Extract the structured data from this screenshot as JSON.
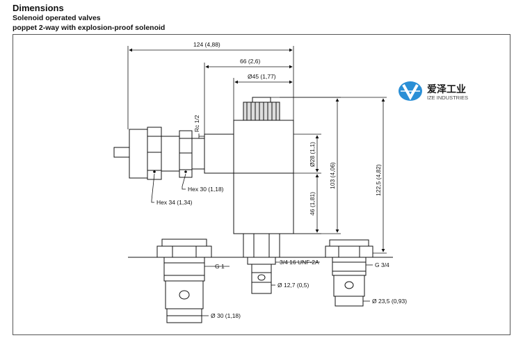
{
  "header": {
    "title": "Dimensions",
    "subtitle_line1": "Solenoid operated valves",
    "subtitle_line2": "poppet 2-way with explosion-proof solenoid"
  },
  "logo": {
    "cn": "爱泽工业",
    "en": "IZE INDUSTRIES",
    "accent_color": "#2a8fd6"
  },
  "dimensions": {
    "d124": "124 (4,88)",
    "d66": "66 (2,6)",
    "d45": "Ø45 (1,77)",
    "rc": "Rc 1/2",
    "hex30": "Hex 30 (1,18)",
    "hex34": "Hex 34 (1,34)",
    "d28": "Ø28 (1,1)",
    "d46": "46 (1,81)",
    "d103": "103 (4,06)",
    "d122": "122,5 (4,82)",
    "g1": "G 1",
    "unf": "3/4 16 UNF-2A",
    "d127": "Ø 12,7 (0,5)",
    "g34": "G 3/4",
    "d235": "Ø 23,5 (0,93)",
    "d30": "Ø 30 (1,18)"
  }
}
